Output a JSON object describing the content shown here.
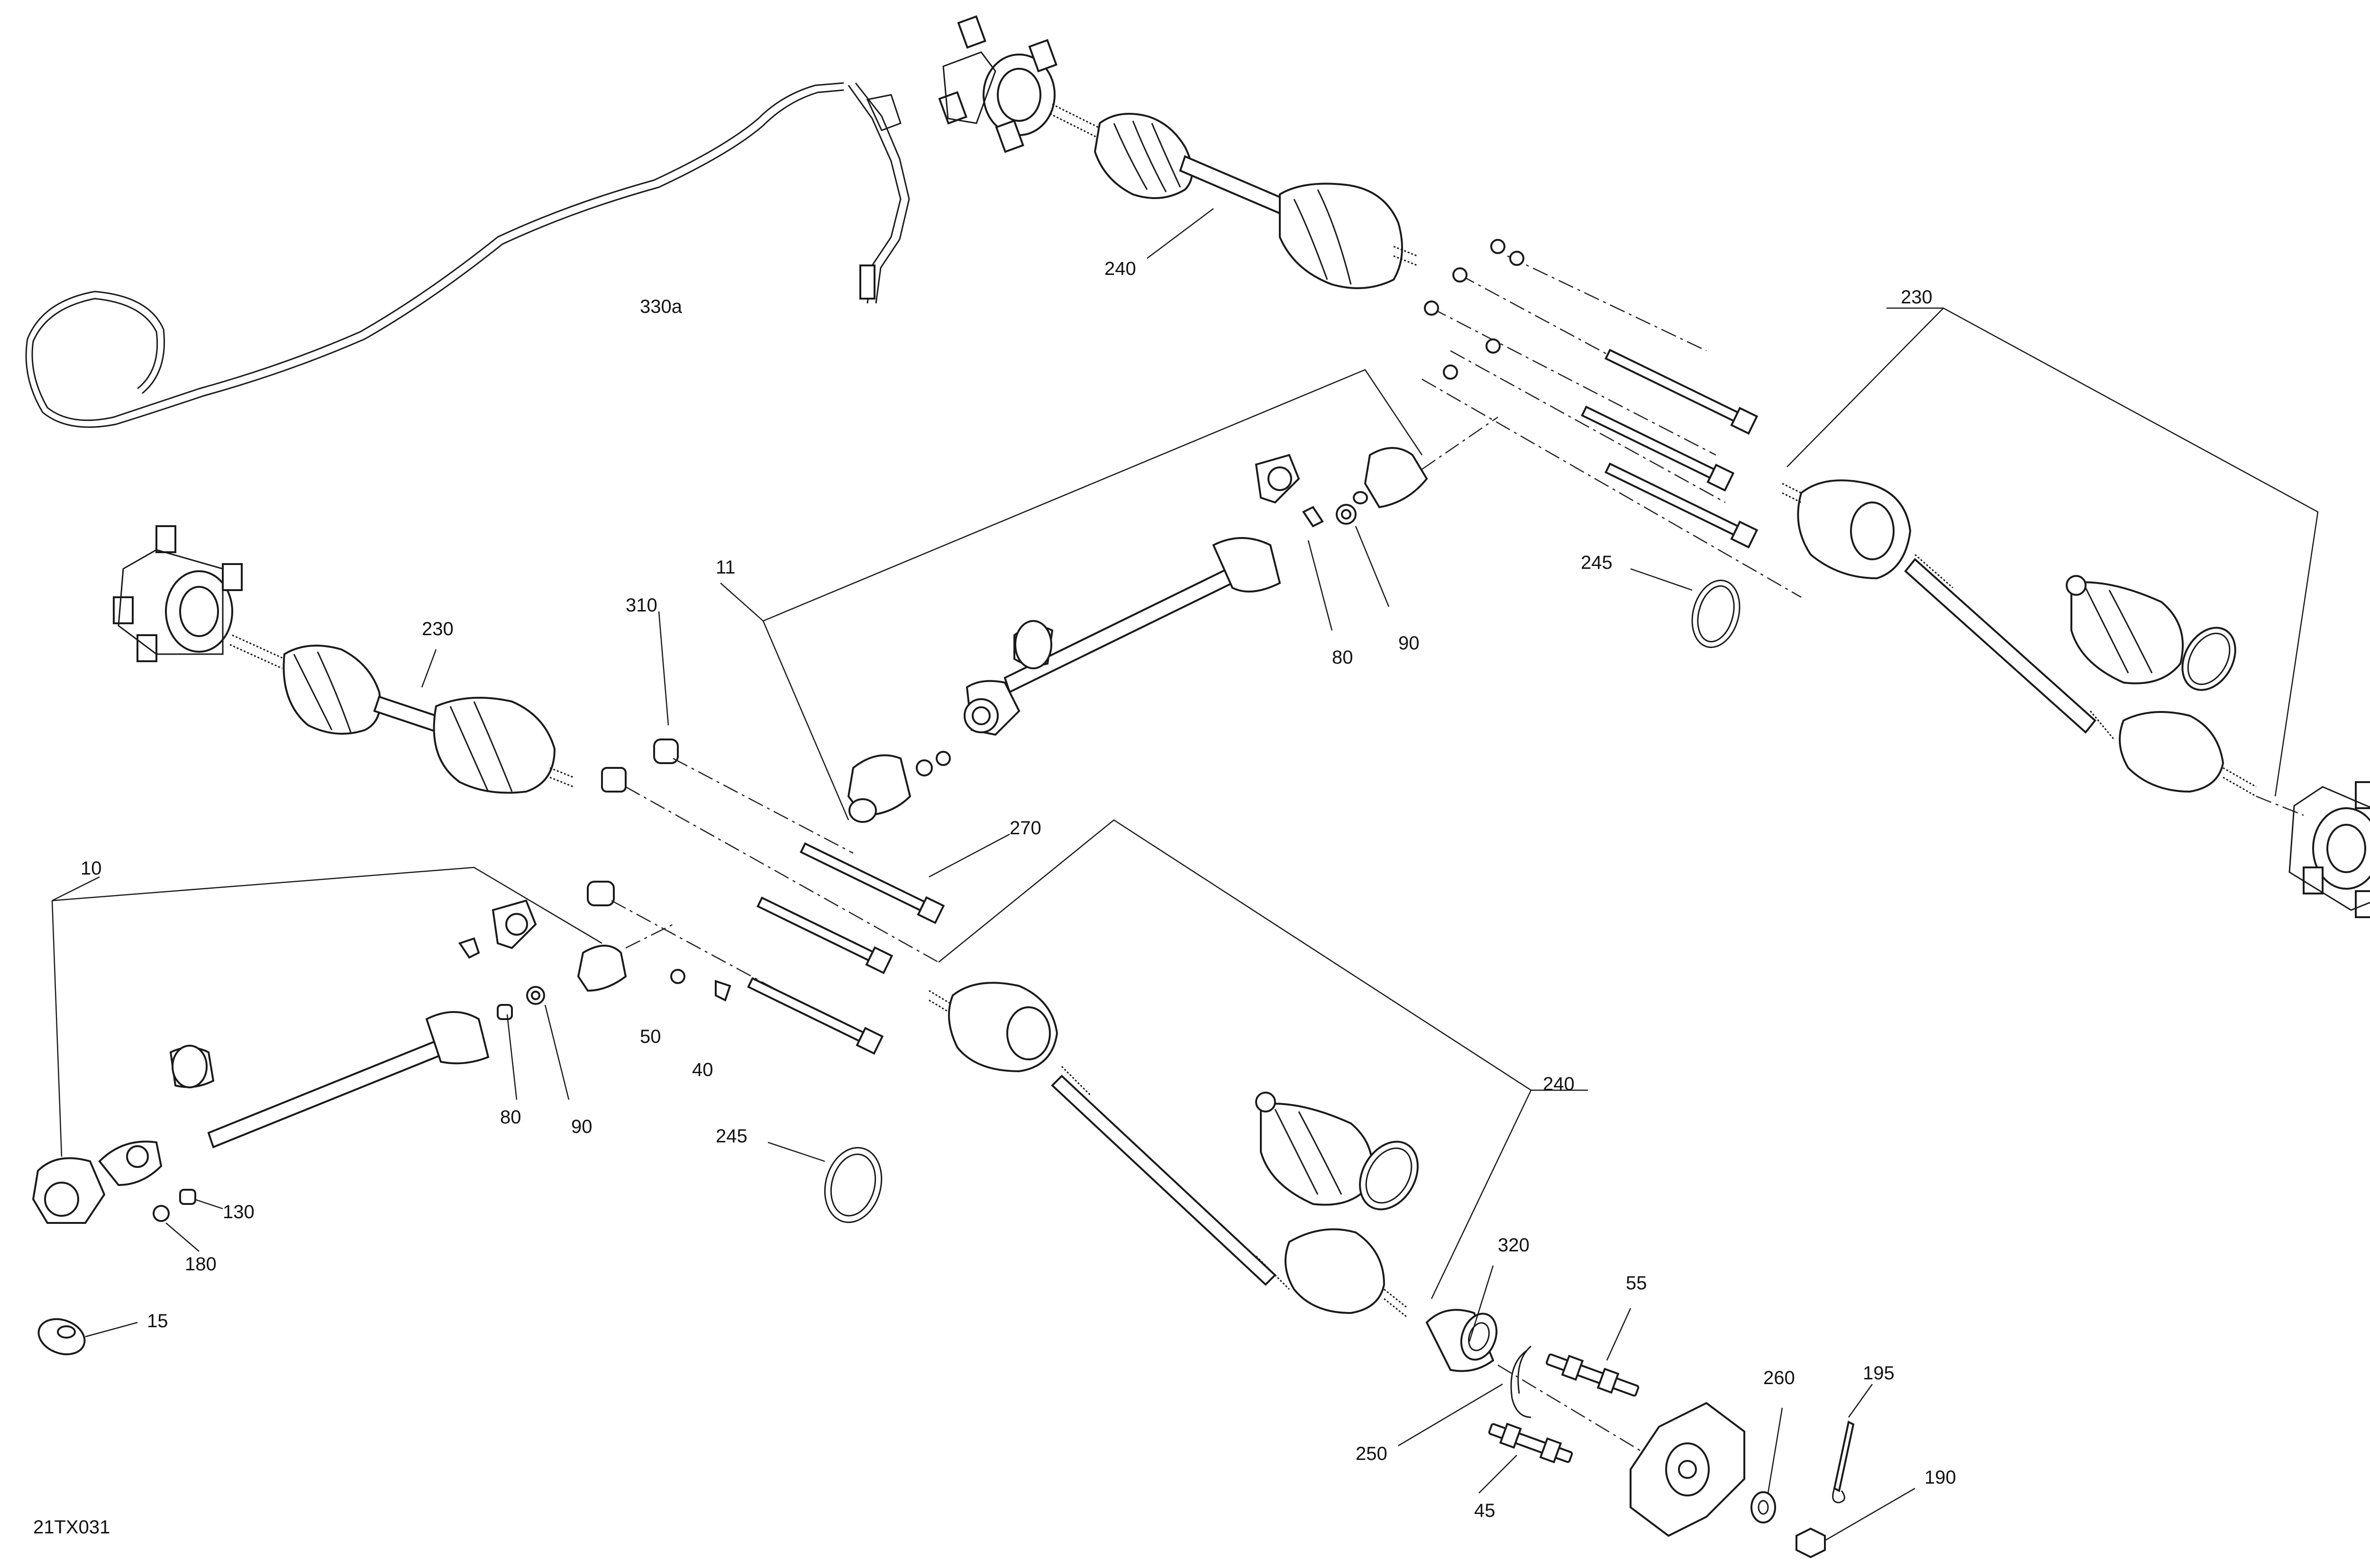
{
  "drawing_code": "21TX031",
  "callouts": [
    {
      "id": "c10",
      "text": "10"
    },
    {
      "id": "c11",
      "text": "11"
    },
    {
      "id": "c15",
      "text": "15"
    },
    {
      "id": "c40",
      "text": "40"
    },
    {
      "id": "c45",
      "text": "45"
    },
    {
      "id": "c50",
      "text": "50"
    },
    {
      "id": "c55",
      "text": "55"
    },
    {
      "id": "c80a",
      "text": "80"
    },
    {
      "id": "c80b",
      "text": "80"
    },
    {
      "id": "c90a",
      "text": "90"
    },
    {
      "id": "c90b",
      "text": "90"
    },
    {
      "id": "c130",
      "text": "130"
    },
    {
      "id": "c180",
      "text": "180"
    },
    {
      "id": "c190",
      "text": "190"
    },
    {
      "id": "c195",
      "text": "195"
    },
    {
      "id": "c230a",
      "text": "230"
    },
    {
      "id": "c230b",
      "text": "230"
    },
    {
      "id": "c240a",
      "text": "240"
    },
    {
      "id": "c240b",
      "text": "240"
    },
    {
      "id": "c245a",
      "text": "245"
    },
    {
      "id": "c245b",
      "text": "245"
    },
    {
      "id": "c250",
      "text": "250"
    },
    {
      "id": "c260",
      "text": "260"
    },
    {
      "id": "c270",
      "text": "270"
    },
    {
      "id": "c310",
      "text": "310"
    },
    {
      "id": "c320",
      "text": "320"
    },
    {
      "id": "c330a",
      "text": "330a"
    }
  ]
}
